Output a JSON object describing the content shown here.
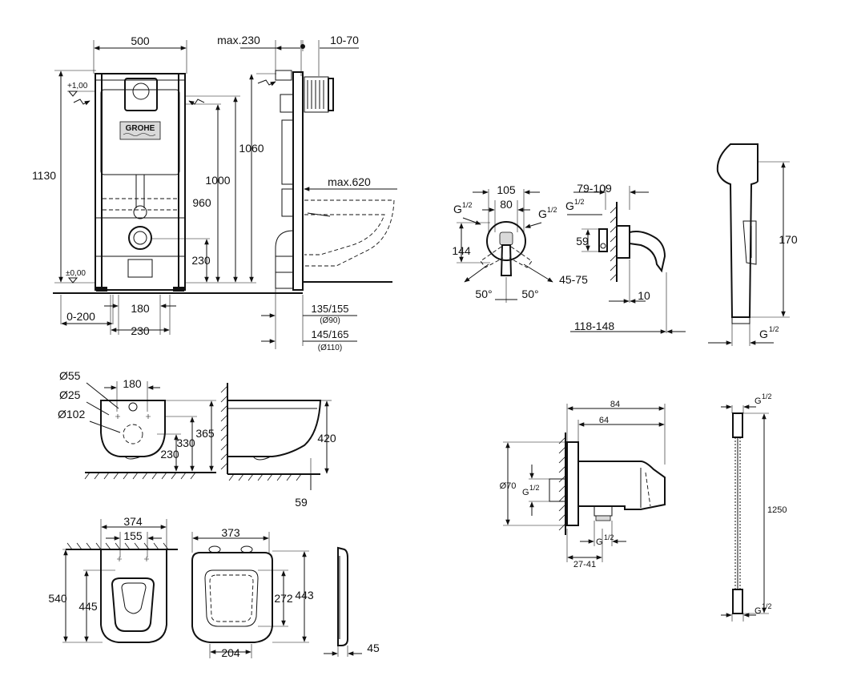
{
  "frame": {
    "w500": "500",
    "max230": "max.230",
    "r1070": "10-70",
    "h1130": "1130",
    "h1060": "1060",
    "h1000": "1000",
    "h960": "960",
    "h230": "230",
    "max620": "max.620",
    "p100": "+1,00",
    "z000": "±0,00",
    "o0200": "0-200",
    "w180": "180",
    "w230": "230",
    "d135": "135/155",
    "d90": "(Ø90)",
    "d145": "145/165",
    "d110": "(Ø110)",
    "brand": "GROHE"
  },
  "mixer": {
    "w105": "105",
    "w80": "80",
    "g1": "G",
    "g2": "G",
    "half": "1/2",
    "h144": "144",
    "a50a": "50°",
    "a50b": "50°",
    "r4575": "45-75",
    "d79109": "79-109",
    "g3": "G",
    "h59": "59",
    "d10": "10",
    "d118148": "118-148"
  },
  "shower": {
    "h170": "170",
    "g": "G",
    "half": "1/2"
  },
  "bowl": {
    "d55": "Ø55",
    "d25": "Ø25",
    "d102": "Ø102",
    "w180": "180",
    "h365": "365",
    "h330": "330",
    "h230": "230",
    "h420": "420",
    "d59": "59"
  },
  "top": {
    "w374": "374",
    "w155": "155",
    "h540": "540",
    "h445": "445"
  },
  "seat": {
    "w373": "373",
    "h443": "443",
    "h272": "272",
    "w204": "204",
    "t45": "45"
  },
  "elbow": {
    "w84": "84",
    "w64": "64",
    "d70": "Ø70",
    "g1": "G",
    "g2": "G",
    "half": "1/2",
    "r2741": "27-41"
  },
  "hose": {
    "g1": "G",
    "g2": "G",
    "half": "1/2",
    "l1250": "1250"
  }
}
